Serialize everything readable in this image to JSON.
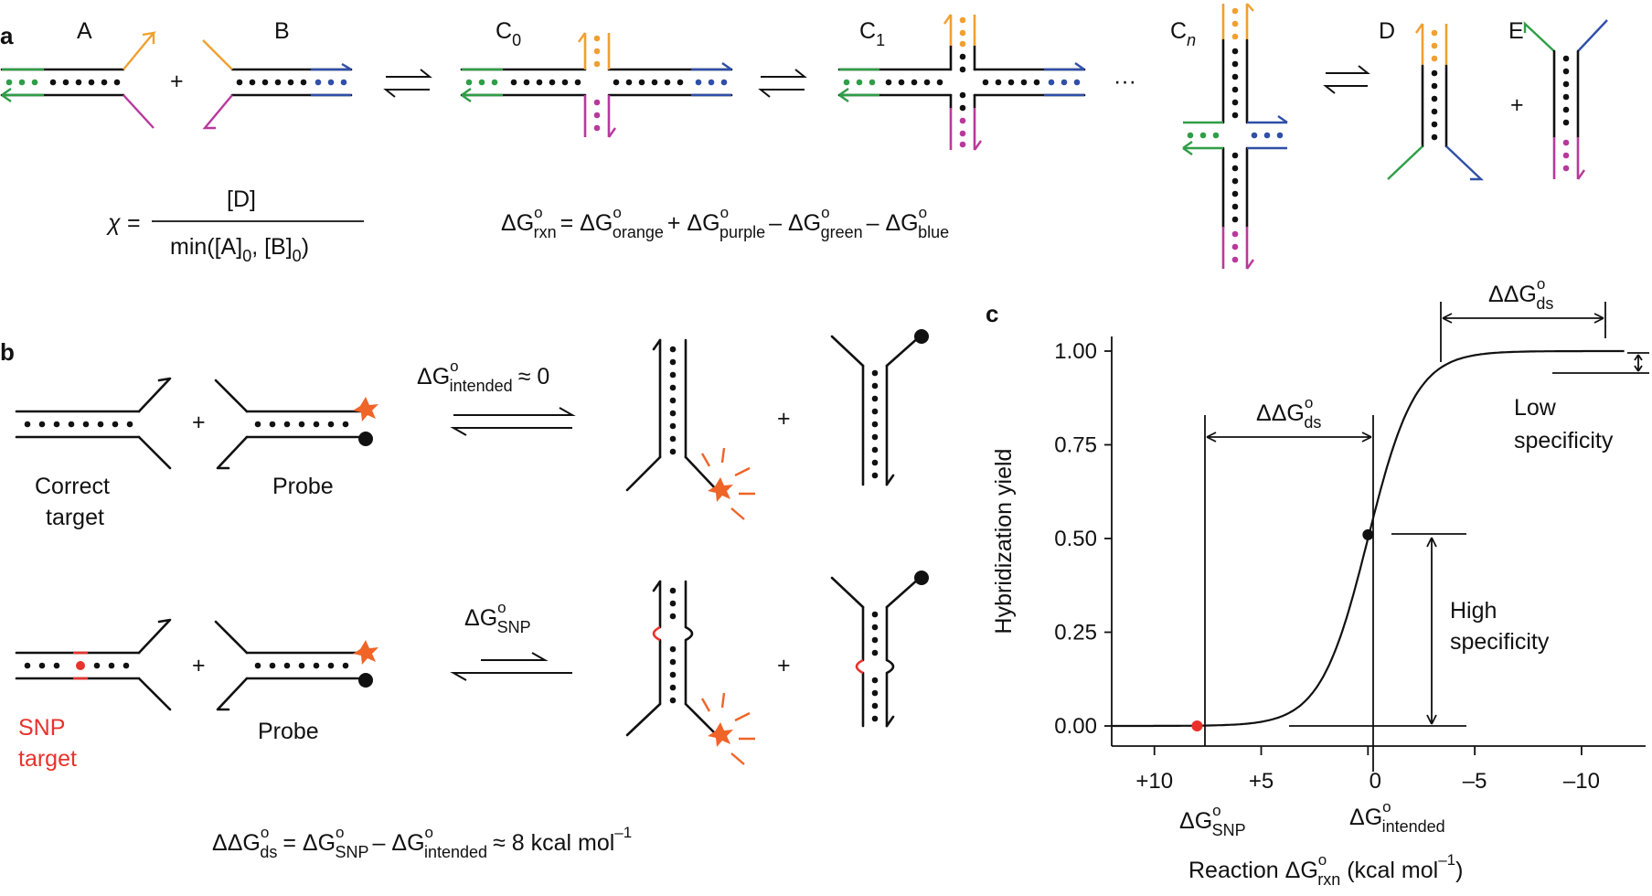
{
  "colors": {
    "orange": "#f0a030",
    "green": "#2e9e47",
    "blue": "#2f4fa8",
    "purple": "#b8399c",
    "red": "#e8322b",
    "star": "#f06428",
    "black": "#111111"
  },
  "panel_a": {
    "panel_label": "a",
    "species": {
      "A": "A",
      "B": "B",
      "C0": "C",
      "C0_sub": "0",
      "C1": "C",
      "C1_sub": "1",
      "Cn": "C",
      "Cn_sub": "n",
      "D": "D",
      "E": "E"
    },
    "plus": "+",
    "ellipsis": "···",
    "chi": {
      "symbol": "χ =",
      "numerator": "[D]",
      "den_pre": "min([A]",
      "den_sub1": "0",
      "den_mid": ", [B]",
      "den_sub2": "0",
      "den_post": ")"
    },
    "dg_rxn": {
      "lhs": "ΔG",
      "lhs_sub": "rxn",
      "deg": "o",
      "eq": "= ΔG",
      "t1_sub": "orange",
      "p1": "+ ΔG",
      "t2_sub": "purple",
      "m1": "– ΔG",
      "t3_sub": "green",
      "m2": "– ΔG",
      "t4_sub": "blue"
    }
  },
  "panel_b": {
    "panel_label": "b",
    "correct_target_l1": "Correct",
    "correct_target_l2": "target",
    "probe": "Probe",
    "snp_target_l1": "SNP",
    "snp_target_l2": "target",
    "plus": "+",
    "dg_intended": {
      "sym": "ΔG",
      "deg": "o",
      "sub": "intended",
      "tail": "≈ 0"
    },
    "dg_snp": {
      "sym": "ΔG",
      "deg": "o",
      "sub": "SNP"
    },
    "ddg_eq": {
      "lhs": "ΔΔG",
      "lhs_sub": "ds",
      "deg": "o",
      "eq": "= ΔG",
      "t1_sub": "SNP",
      "m": "– ΔG",
      "t2_sub": "intended",
      "tail": "≈ 8 kcal mol",
      "tail_sup": "–1"
    }
  },
  "panel_c": {
    "panel_label": "c",
    "low_spec_l1": "Low",
    "low_spec_l2": "specificity",
    "high_spec_l1": "High",
    "high_spec_l2": "specificity",
    "ddg_label": {
      "sym": "ΔΔG",
      "deg": "o",
      "sub": "ds"
    },
    "x_marker_snp": {
      "sym": "ΔG",
      "deg": "o",
      "sub": "SNP"
    },
    "x_marker_intended": {
      "sym": "ΔG",
      "deg": "o",
      "sub": "intended"
    }
  },
  "chart_data": {
    "type": "line",
    "ylabel": "Hybridization yield",
    "xlabel": {
      "pre": "Reaction ΔG",
      "deg": "o",
      "sub": "rxn",
      "post": " (kcal mol",
      "post_sup": "–1",
      "end": ")"
    },
    "x_reversed": true,
    "xlim": [
      12,
      -13
    ],
    "ylim": [
      0,
      1
    ],
    "x_ticks": [
      10,
      5,
      0,
      -5,
      -10
    ],
    "x_tick_labels": [
      "+10",
      "+5",
      "0",
      "–5",
      "–10"
    ],
    "y_ticks": [
      0,
      0.25,
      0.5,
      0.75,
      1
    ],
    "y_tick_labels": [
      "0.00",
      "0.25",
      "0.50",
      "0.75",
      "1.00"
    ],
    "series": [
      {
        "curve": "sigmoid",
        "midpoint_x": 0,
        "slope_per_kcal": 0.9,
        "x_range": [
          12,
          -12
        ]
      }
    ],
    "points": [
      {
        "x": 8,
        "y": 0.0,
        "color": "#e8322b"
      },
      {
        "x": 0,
        "y": 0.51,
        "color": "#111111"
      }
    ],
    "grid": false
  }
}
